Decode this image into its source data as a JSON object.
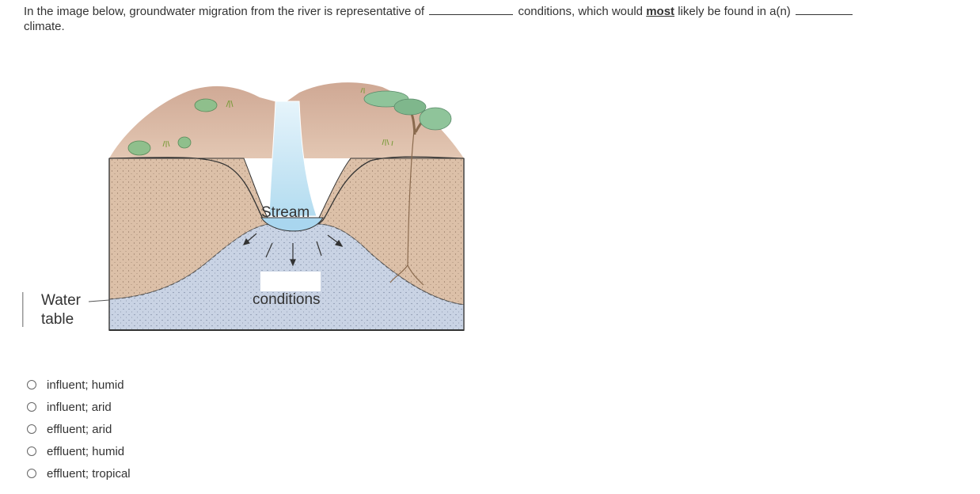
{
  "question": {
    "part1": "In the image below, groundwater migration from the river is representative of",
    "part2": "conditions, which would",
    "emphasis": "most",
    "part3": "likely be found in a(n)",
    "part4": "climate."
  },
  "figure": {
    "stream_label": "Stream",
    "conditions_label": "conditions",
    "water_label": "Water",
    "table_label": "table"
  },
  "options": [
    {
      "label": "influent; humid"
    },
    {
      "label": "influent; arid"
    },
    {
      "label": "effluent; arid"
    },
    {
      "label": "effluent; humid"
    },
    {
      "label": "effluent; tropical"
    }
  ]
}
